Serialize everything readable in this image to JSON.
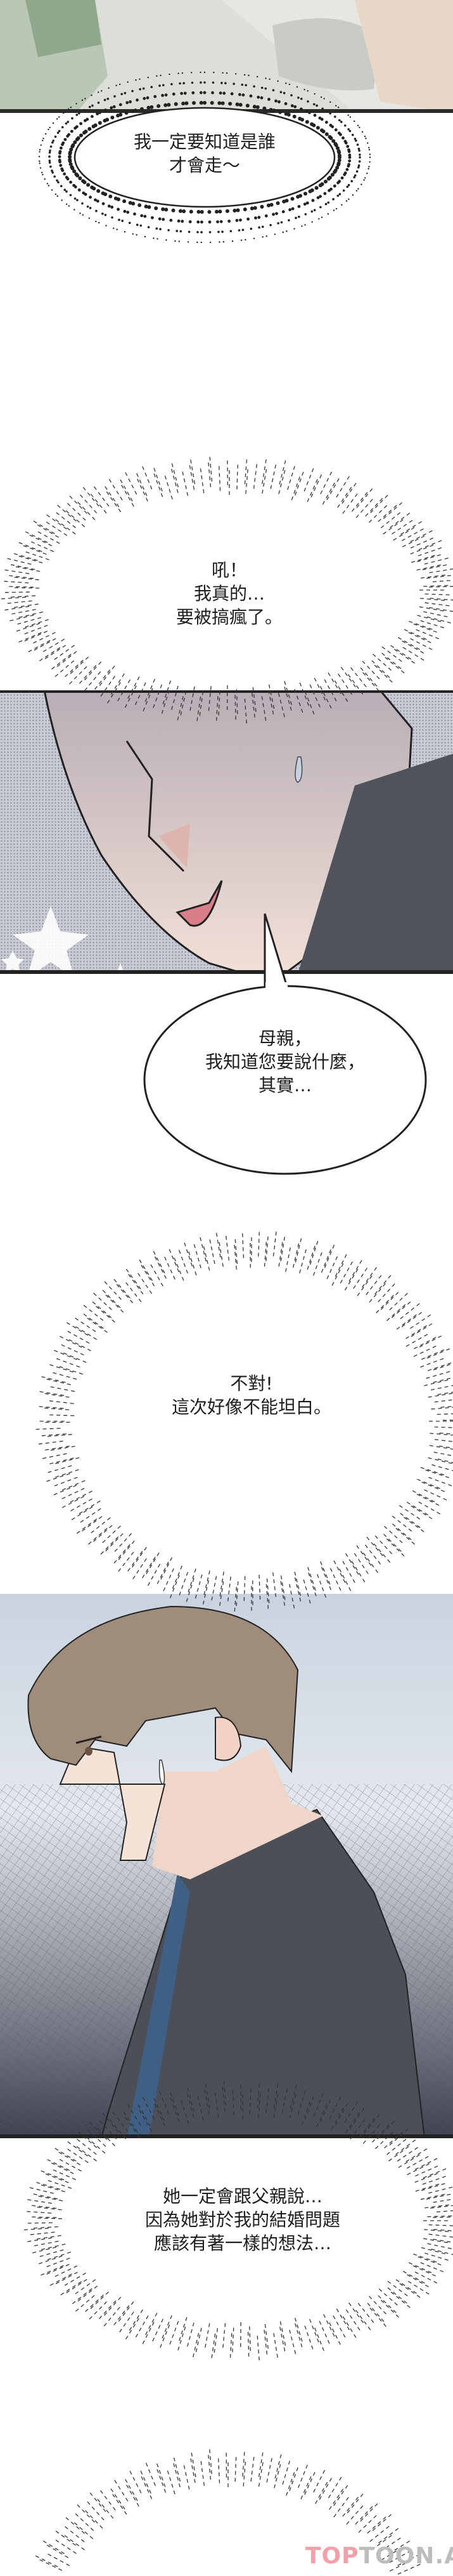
{
  "bubbles": {
    "b1": {
      "lines": [
        "我一定要知道是誰",
        "才會走～"
      ]
    },
    "b2": {
      "lines": [
        "吼！",
        "我真的…",
        "要被搞瘋了。"
      ]
    },
    "b3": {
      "lines": [
        "母親，",
        "我知道您要說什麼，",
        "其實…"
      ]
    },
    "b4": {
      "lines": [
        "不對!",
        "這次好像不能坦白。"
      ]
    },
    "b5": {
      "lines": [
        "她一定會跟父親說…",
        "因為她對於我的結婚問題",
        "應該有著一樣的想法…"
      ]
    }
  },
  "watermark": {
    "red": "TOP",
    "gray": "TOON.APP"
  },
  "colors": {
    "ink": "#1e1e1e",
    "skin": "#f3ddd2",
    "hair": "#a08c7a",
    "suit": "#4a4d55",
    "tie": "#3f5f85",
    "sky": "#dfe5ee"
  }
}
